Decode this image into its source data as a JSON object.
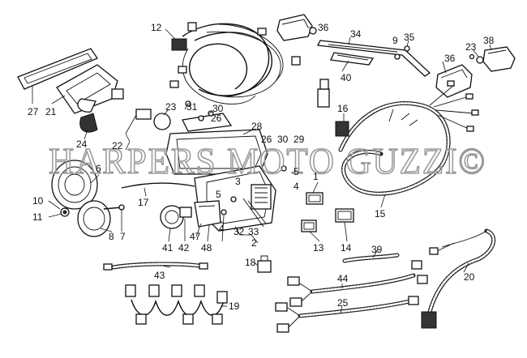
{
  "watermark": "HARPERS MOTO GUZZI©",
  "callouts": [
    "1",
    "2",
    "3",
    "4",
    "4",
    "5",
    "5",
    "6",
    "7",
    "8",
    "9",
    "10",
    "11",
    "12",
    "13",
    "14",
    "15",
    "16",
    "17",
    "19",
    "20",
    "21",
    "22",
    "23",
    "23",
    "24",
    "25",
    "26",
    "26",
    "27",
    "28",
    "29",
    "30",
    "30",
    "31",
    "32",
    "33",
    "34",
    "35",
    "36",
    "36",
    "38",
    "39",
    "40",
    "41",
    "42",
    "43",
    "44",
    "47",
    "48"
  ]
}
